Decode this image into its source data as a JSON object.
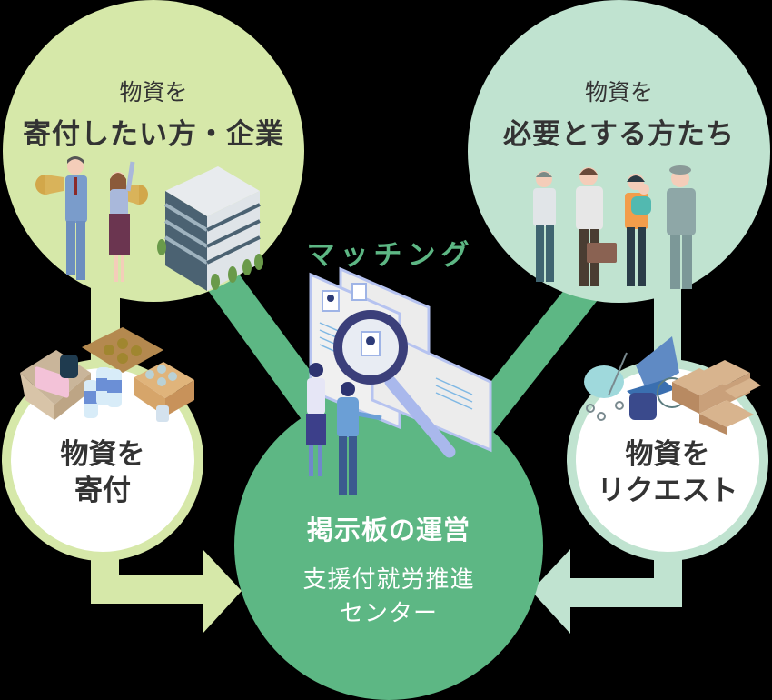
{
  "colors": {
    "background": "#000000",
    "donor_green": "#d6e8a9",
    "recipient_mint": "#c0e3d0",
    "hub_green": "#5db784",
    "text_dark": "#333333",
    "text_white": "#ffffff"
  },
  "donor_circle": {
    "line1": "物資を",
    "line2": "寄付したい方・企業",
    "illustrations": [
      "businessman-megaphone",
      "businesswoman-megaphone",
      "office-building"
    ]
  },
  "recipient_circle": {
    "line1": "物資を",
    "line2": "必要とする方たち",
    "illustrations": [
      "elderly-man",
      "man-with-briefcase",
      "mother-with-child",
      "senior-man-cap"
    ]
  },
  "donate_step": {
    "line1": "物資を",
    "line2": "寄付",
    "illustrations": [
      "clothes-box",
      "backpack",
      "water-bottles",
      "food-box",
      "canned-goods"
    ]
  },
  "request_step": {
    "line1": "物資を",
    "line2": "リクエスト",
    "illustrations": [
      "stroller",
      "wheelchair",
      "school-bag",
      "cardboard-boxes"
    ]
  },
  "matching": {
    "label": "マッチング",
    "illustrations": [
      "profile-documents",
      "magnifying-glass",
      "two-staff-people"
    ]
  },
  "hub": {
    "title": "掲示板の運営",
    "subtitle_line1": "支援付就労推進",
    "subtitle_line2": "センター"
  }
}
